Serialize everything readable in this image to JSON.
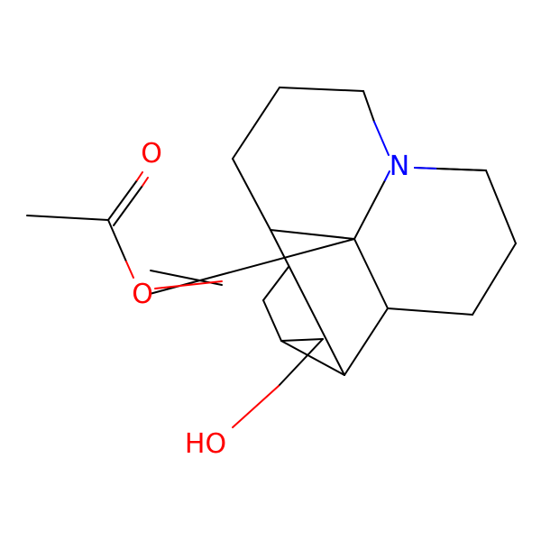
{
  "molecule": {
    "atoms": {
      "nitrogen": {
        "text": "N",
        "color": "#0000ff"
      },
      "carbonyl_oxygen": {
        "text": "O",
        "color": "#ff0000"
      },
      "ester_oxygen": {
        "text": "O",
        "color": "#ff0000"
      },
      "hydroxyl": {
        "text": "HO",
        "color": "#ff0000"
      }
    },
    "bond_color": "#000000"
  }
}
